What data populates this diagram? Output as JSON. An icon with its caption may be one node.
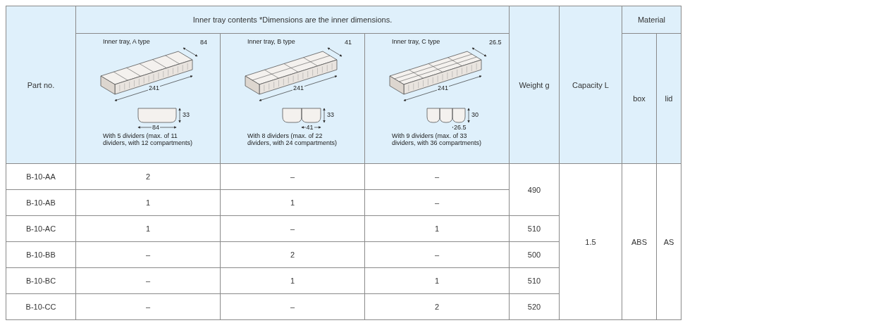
{
  "diagram": {
    "labels": [
      "Part no.",
      "Inner tray contents *Dimensions are the inner dimensions.",
      "Weight g",
      "Capacity L",
      "Material",
      "Inner tray, A type",
      "84",
      "241",
      "33",
      "84",
      "With 5 dividers (max. of 11 dividers, with 12 compartments)",
      "Inner tray, B type",
      "41",
      "241",
      "33",
      "41",
      "With 8 dividers (max. of 22 dividers, with 24 compartments)",
      "Inner tray, C type",
      "26.5",
      "241",
      "30",
      "26.5",
      "With 9 dividers (max. of 33 dividers, with 36 compartments)",
      "box",
      "lid",
      "B-10-AA",
      "2",
      "–",
      "–",
      "490",
      "1.5",
      "ABS",
      "AS",
      "B-10-AB",
      "1",
      "1",
      "–",
      "B-10-AC",
      "1",
      "–",
      "1",
      "510",
      "B-10-BB",
      "–",
      "2",
      "–",
      "500",
      "B-10-BC",
      "–",
      "1",
      "1",
      "510",
      "B-10-CC",
      "–",
      "–",
      "2",
      "520"
    ]
  }
}
